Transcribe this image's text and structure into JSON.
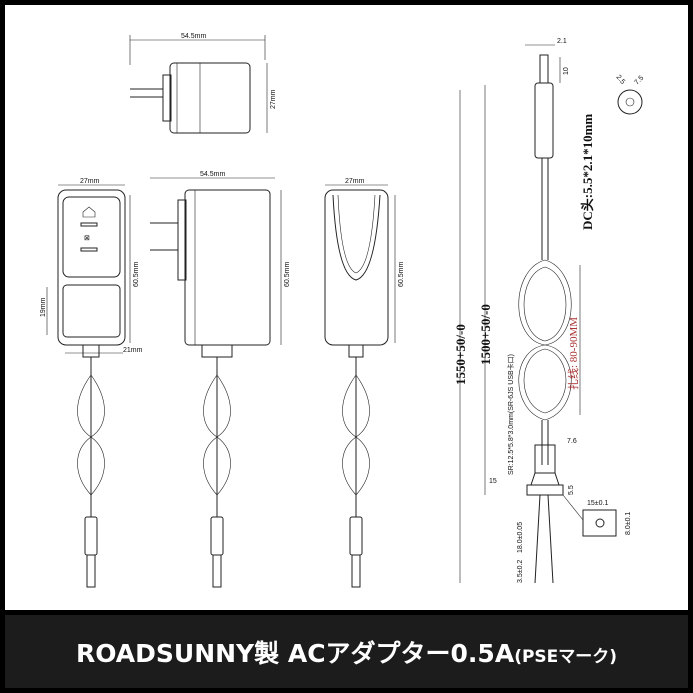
{
  "caption": {
    "main": "ROADSUNNY製 ACアダプター0.5A",
    "suffix": "(PSEマーク)"
  },
  "top_view": {
    "width_label": "54.5mm",
    "height_label": "27mm"
  },
  "front_view": {
    "width_label": "27mm",
    "height_label": "60.5mm",
    "window_label": "19mm",
    "neck_label": "21mm"
  },
  "side_view": {
    "width_label": "54.5mm",
    "height_label": "60.5mm"
  },
  "back_view": {
    "width_label": "27mm",
    "height_label": "60.5mm"
  },
  "cable_drawing": {
    "pin_width": "2.1",
    "pin_length": "10",
    "plug_spec": "DC头:5.5*2.1*10mm",
    "inner_dia": "2.5",
    "outer_dia": "7.5",
    "total_length": "1550+50/-0",
    "cable_length": "1500+50/-0",
    "tie_label": "扎线: 80-90MM",
    "strain_relief": "SR:12.5*5.8*3.0mm(SR-6JS USB卡口)",
    "sr_width": "7.6",
    "sr_height": "5.5",
    "sr_offset": "15",
    "clip_width": "15±0.1",
    "clip_height": "8.0±0.1",
    "lead_length": "18.0±0.05",
    "strip_length": "3.5±0.2"
  }
}
